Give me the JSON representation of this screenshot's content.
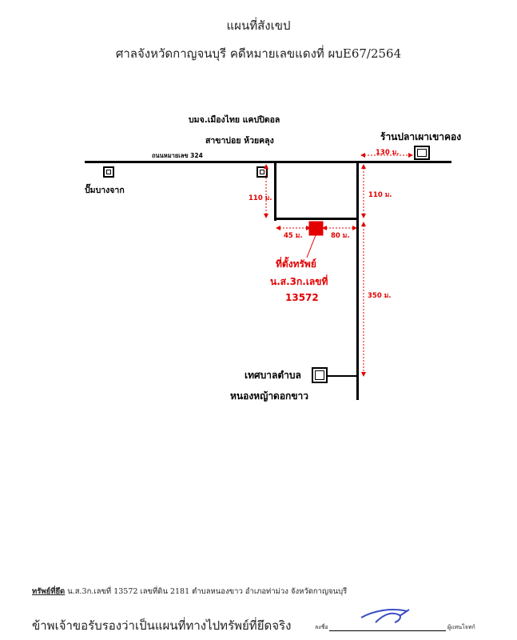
{
  "header": {
    "title": "แผนที่สังเขป",
    "subtitle": "ศาลจังหวัดกาญจนบุรี คดีหมายเลขแดงที่ ผบE67/2564"
  },
  "map": {
    "labels": {
      "company_line1": "บมจ.เมืองไทย แคปปิตอล",
      "company_line2": "สาขาบ่อย ห้วยคลุง",
      "road": "ถนนหมายเลข 324",
      "gas_station": "ปั๊มบางจาก",
      "fish_shop": "ร้านปลาเผาเขาคอง",
      "municipality_line1": "เทศบาลตำบล",
      "municipality_line2": "หนองหญ้าดอกขาว",
      "property_line1": "ที่ตั้งทรัพย์",
      "property_line2": "น.ส.3ก.เลขที่",
      "property_line3": "13572"
    },
    "distances": {
      "left_branch": "110 ม.",
      "right_road": "110 ม.",
      "to_fish_shop": "130 ม.",
      "west_of_property": "45 ม.",
      "east_of_property": "80 ม.",
      "to_municipality": "350 ม."
    },
    "colors": {
      "annotation": "#e30000",
      "road": "#000000"
    }
  },
  "footer": {
    "property_label": "ทรัพย์ที่ยึด",
    "property_text": " น.ส.3ก.เลขที่ 13572 เลขที่ดิน 2181 ตำบลหนองขาว อำเภอท่าม่วง จังหวัดกาญจนบุรี",
    "certify": "ข้าพเจ้าขอรับรองว่าเป็นแผนที่ทางไปทรัพย์ที่ยึดจริง",
    "sign_prefix": "ลงชื่อ",
    "sign_role": "ผู้แทนโจทก์"
  }
}
